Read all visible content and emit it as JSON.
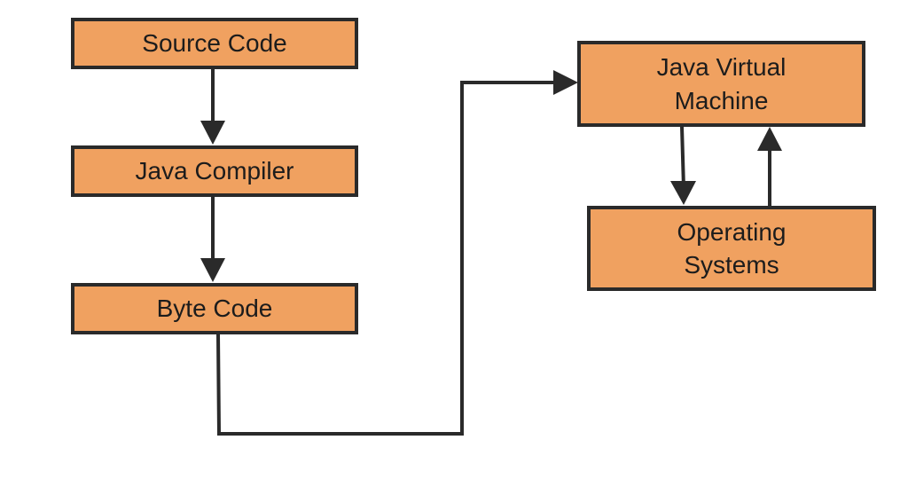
{
  "diagram": {
    "colors": {
      "node_fill": "#f0a160",
      "node_border": "#2a2a2a",
      "edge": "#2a2a2a",
      "text": "#1c1c1c"
    },
    "nodes": {
      "source_code": "Source Code",
      "java_compiler": "Java Compiler",
      "byte_code": "Byte Code",
      "jvm": "Java Virtual\nMachine",
      "os": "Operating\nSystems"
    },
    "edges": [
      {
        "from": "Source Code",
        "to": "Java Compiler"
      },
      {
        "from": "Java Compiler",
        "to": "Byte Code"
      },
      {
        "from": "Byte Code",
        "to": "Java Virtual Machine"
      },
      {
        "from": "Java Virtual Machine",
        "to": "Operating Systems"
      },
      {
        "from": "Operating Systems",
        "to": "Java Virtual Machine"
      }
    ]
  }
}
